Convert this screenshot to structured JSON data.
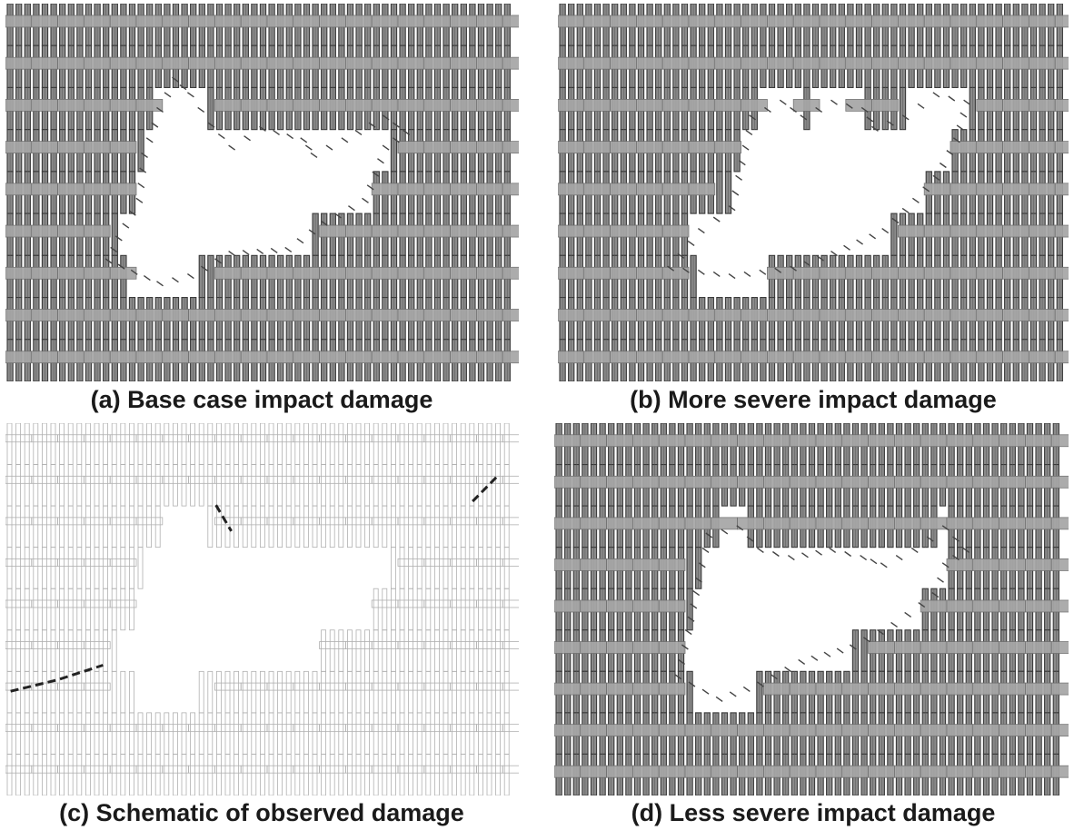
{
  "panels": [
    {
      "id": "a",
      "caption": "(a) Base case impact damage",
      "style": "rendered"
    },
    {
      "id": "b",
      "caption": "(b) More severe impact damage",
      "style": "rendered"
    },
    {
      "id": "c",
      "caption": "(c) Schematic of observed damage",
      "style": "schematic"
    },
    {
      "id": "d",
      "caption": "(d) Less severe impact damage",
      "style": "rendered"
    }
  ],
  "colors": {
    "column_fill": "#8a8a8a",
    "column_dark": "#3a3a3a",
    "spandrel_fill": "#a6a6a6",
    "schematic_line": "#b0b0b0",
    "crack_line": "#222222",
    "caption_text": "#1a1a1a",
    "background": "#ffffff"
  }
}
